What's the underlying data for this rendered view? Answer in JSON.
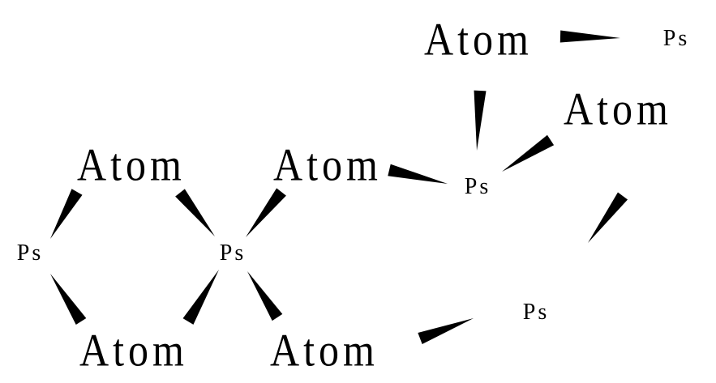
{
  "diagram": {
    "nodes": [
      {
        "id": "a1",
        "label": "Atom",
        "kind": "atom"
      },
      {
        "id": "p1",
        "label": "Ps",
        "kind": "ps"
      },
      {
        "id": "a2",
        "label": "Atom",
        "kind": "atom"
      },
      {
        "id": "a3",
        "label": "Atom",
        "kind": "atom"
      },
      {
        "id": "a4",
        "label": "Atom",
        "kind": "atom"
      },
      {
        "id": "p2",
        "label": "Ps",
        "kind": "ps"
      },
      {
        "id": "p3",
        "label": "Ps",
        "kind": "ps"
      },
      {
        "id": "p4",
        "label": "Ps",
        "kind": "ps"
      },
      {
        "id": "a5",
        "label": "Atom",
        "kind": "atom"
      },
      {
        "id": "a6",
        "label": "Atom",
        "kind": "atom"
      },
      {
        "id": "p5",
        "label": "Ps",
        "kind": "ps"
      }
    ],
    "edge_style": "wedge",
    "edge_color": "#000000"
  }
}
